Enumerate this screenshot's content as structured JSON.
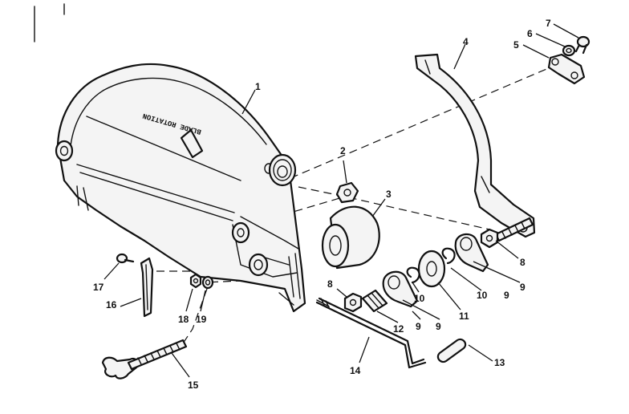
{
  "guard_text": "BLADE ROTATION",
  "callouts": [
    "1",
    "2",
    "3",
    "4",
    "5",
    "6",
    "7",
    "8",
    "8",
    "9",
    "9",
    "9",
    "9",
    "10",
    "10",
    "11",
    "12",
    "13",
    "14",
    "15",
    "16",
    "17",
    "18",
    "19"
  ]
}
